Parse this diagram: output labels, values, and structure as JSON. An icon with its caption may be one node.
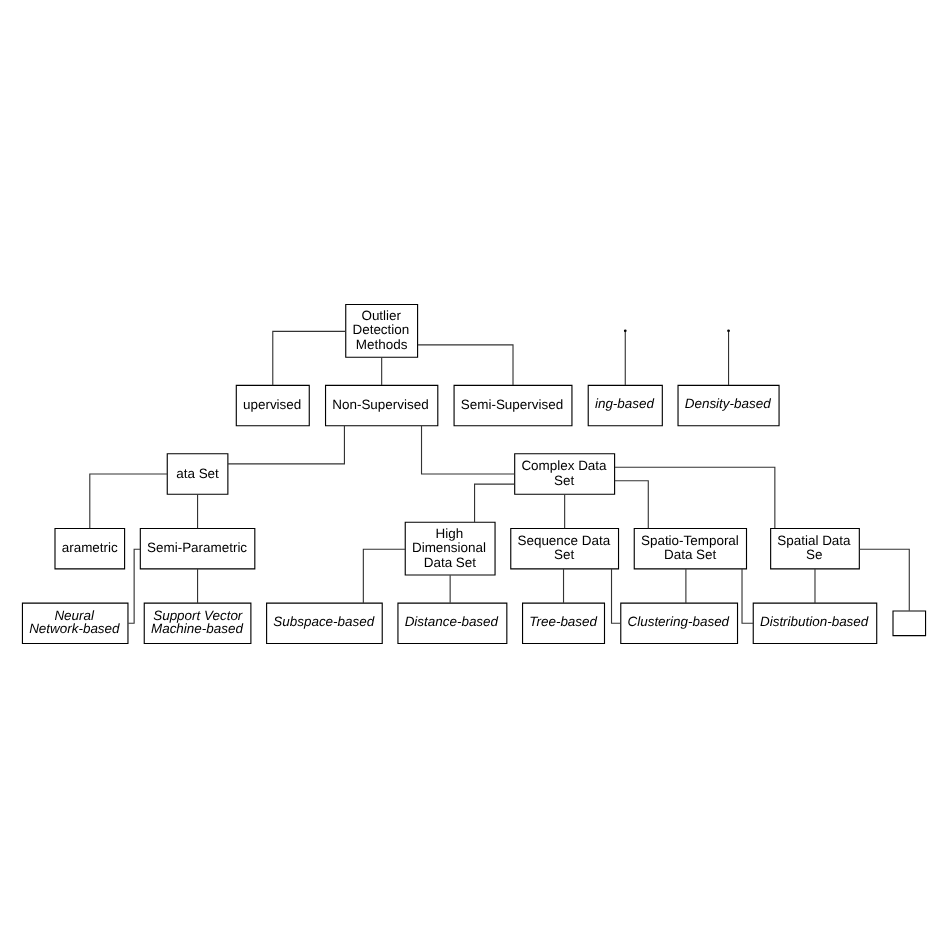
{
  "diagram": {
    "nodes": [
      {
        "text": [
          "Outlier Detection Methods"
        ]
      },
      {
        "text": [
          "upervised"
        ]
      },
      {
        "text": [
          "Non-Supervised"
        ]
      },
      {
        "text": [
          "Semi-Supervised"
        ]
      },
      {
        "text": [
          "ata Set"
        ]
      },
      {
        "text": [
          "Complex Data Set"
        ]
      },
      {
        "text": [
          "arametric"
        ]
      },
      {
        "text": [
          "Semi-Parametric"
        ]
      },
      {
        "text": [
          "Neural Network-based"
        ]
      },
      {
        "text": [
          "Support Vector Machine-based"
        ]
      },
      {
        "text": [
          "High Dimensional Data Set"
        ]
      },
      {
        "text": [
          "Sequence Data Set"
        ]
      },
      {
        "text": [
          "Spatio-Temporal Data Set"
        ]
      },
      {
        "text": [
          "Spatial Data Se"
        ]
      },
      {
        "text": [
          "ing-based"
        ]
      },
      {
        "text": [
          "Density-based"
        ]
      },
      {
        "text": [
          "Subspace-based"
        ]
      },
      {
        "text": [
          "Distance-based"
        ]
      },
      {
        "text": [
          "Tree-based"
        ]
      },
      {
        "text": [
          "Clustering-based"
        ]
      },
      {
        "text": [
          "Distribution-based"
        ]
      },
      {
        "text": [],
        "shape": "box"
      }
    ],
    "edges": [
      {
        "from": 0,
        "to": 1,
        "arrow": "none"
      },
      {
        "from": 0,
        "to": 2,
        "arrow": "none"
      },
      {
        "from": 0,
        "to": 3,
        "arrow": "none"
      },
      {
        "from": 2,
        "to": 4,
        "arrow": "none"
      },
      {
        "from": 2,
        "to": 5,
        "arrow": "none"
      },
      {
        "from": 4,
        "to": 6,
        "arrow": "none"
      },
      {
        "from": 4,
        "to": 7,
        "arrow": "none"
      },
      {
        "from": 7,
        "to": 8,
        "arrow": "none"
      },
      {
        "from": 7,
        "to": 9,
        "arrow": "none"
      },
      {
        "from": 5,
        "to": 10,
        "arrow": "none"
      },
      {
        "from": 5,
        "to": 11,
        "arrow": "none"
      },
      {
        "from": 5,
        "to": 12,
        "arrow": "none"
      },
      {
        "from": 5,
        "to": 13,
        "arrow": "none"
      },
      {
        "from": null,
        "to": 14,
        "arrow": "none"
      },
      {
        "from": null,
        "to": 15,
        "arrow": "none"
      },
      {
        "from": 10,
        "to": 16,
        "arrow": "none"
      },
      {
        "from": 10,
        "to": 17,
        "arrow": "none"
      },
      {
        "from": 11,
        "to": 18,
        "arrow": "none"
      },
      {
        "from": 11,
        "to": 19,
        "arrow": "none"
      },
      {
        "from": 12,
        "to": 19,
        "arrow": "none"
      },
      {
        "from": 12,
        "to": 20,
        "arrow": "none"
      },
      {
        "from": 13,
        "to": 20,
        "arrow": "none"
      },
      {
        "from": 13,
        "to": 21,
        "arrow": "none"
      }
    ]
  }
}
